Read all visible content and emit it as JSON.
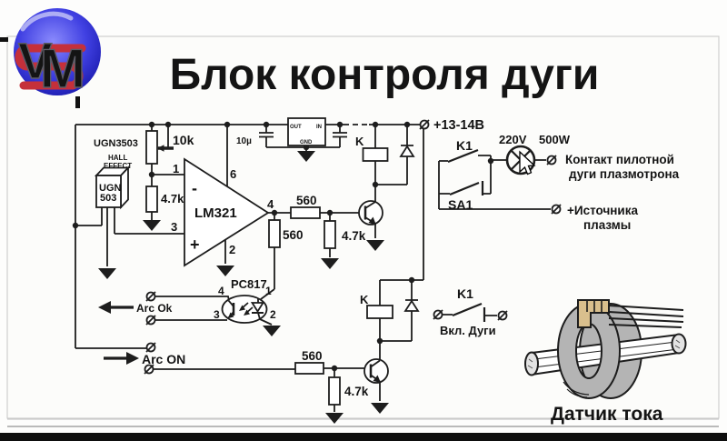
{
  "title": "Блок контроля дуги",
  "logo": {
    "letter_v": "V",
    "letter_m": "M"
  },
  "labels": {
    "sensor_part": "UGN3503",
    "sensor_type_line1": "HALL",
    "sensor_type_line2": "EFFECT",
    "sensor_box_line1": "UGN",
    "sensor_box_line2": "503",
    "pot_value": "10k",
    "r1_value": "4.7k",
    "opamp_part": "LM321",
    "opamp_minus": "-",
    "opamp_plus": "+",
    "pin_inverting": "1",
    "pin_noninverting": "3",
    "pin_vcc": "6",
    "pin_gnd": "2",
    "pin_out": "4",
    "reg_out": "OUT",
    "reg_in": "IN",
    "reg_gnd": "GND",
    "cap_value": "10µ",
    "r2_value": "560",
    "r3_value": "560",
    "r4_value": "4.7k",
    "opto_part": "PC817",
    "opto_pin4": "4",
    "opto_pin1": "1",
    "opto_pin3": "3",
    "opto_pin2": "2",
    "arc_ok": "Arc Ok",
    "arc_on": "Arc ON",
    "relay_top": "K",
    "relay_bottom": "K",
    "supply": "+13-14В",
    "k1_top": "K1",
    "sa1": "SA1",
    "lamp_voltage": "220V",
    "lamp_power": "500W",
    "pilot_line1": "Контакт пилотной",
    "pilot_line2": "дуги плазмотрона",
    "source_line1": "+Источника",
    "source_line2": "плазмы",
    "k1_bottom": "K1",
    "arc_switch_label": "Вкл. Дуги",
    "r5_value": "560",
    "r6_value": "4.7k",
    "current_sensor_caption": "Датчик тока"
  }
}
